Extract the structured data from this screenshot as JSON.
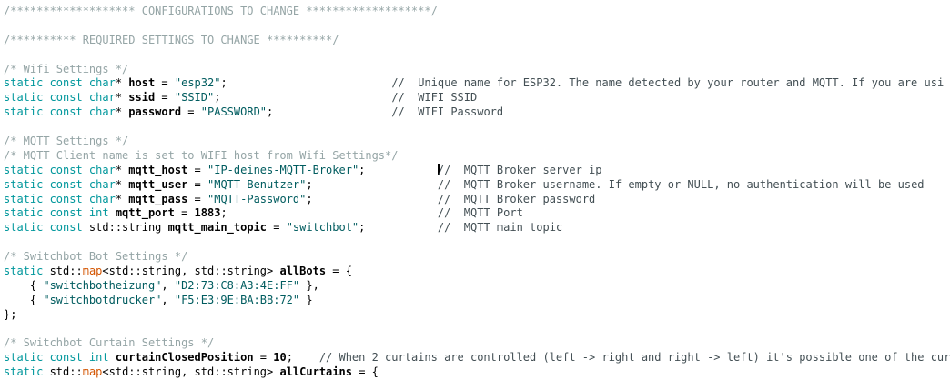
{
  "editor": {
    "background": "#ffffff",
    "colors": {
      "kw": "#00979c",
      "str": "#005c5f",
      "com": "#434f54",
      "blk": "#95a5a6",
      "fn": "#d35400",
      "id": "#000000",
      "num": "#000000",
      "pln": "#000000",
      "caret": "#000000"
    },
    "caret": {
      "line": 12,
      "before_text": "//  MQTT Broker server ip"
    },
    "lines": [
      [
        [
          "blk",
          "/******************* CONFIGURATIONS TO CHANGE *******************/"
        ]
      ],
      [],
      [
        [
          "blk",
          "/********** REQUIRED SETTINGS TO CHANGE **********/"
        ]
      ],
      [],
      [
        [
          "blk",
          "/* Wifi Settings */"
        ]
      ],
      [
        [
          "kw",
          "static const char"
        ],
        [
          "pln",
          "* "
        ],
        [
          "id",
          "host"
        ],
        [
          "pln",
          " = "
        ],
        [
          "str",
          "\"esp32\""
        ],
        [
          "pln",
          ";"
        ],
        [
          "pln",
          "                         "
        ],
        [
          "com",
          "//  Unique name for ESP32. The name detected by your router and MQTT. If you are usi"
        ]
      ],
      [
        [
          "kw",
          "static const char"
        ],
        [
          "pln",
          "* "
        ],
        [
          "id",
          "ssid"
        ],
        [
          "pln",
          " = "
        ],
        [
          "str",
          "\"SSID\""
        ],
        [
          "pln",
          ";"
        ],
        [
          "pln",
          "                          "
        ],
        [
          "com",
          "//  WIFI SSID"
        ]
      ],
      [
        [
          "kw",
          "static const char"
        ],
        [
          "pln",
          "* "
        ],
        [
          "id",
          "password"
        ],
        [
          "pln",
          " = "
        ],
        [
          "str",
          "\"PASSWORD\""
        ],
        [
          "pln",
          ";"
        ],
        [
          "pln",
          "                  "
        ],
        [
          "com",
          "//  WIFI Password"
        ]
      ],
      [],
      [
        [
          "blk",
          "/* MQTT Settings */"
        ]
      ],
      [
        [
          "blk",
          "/* MQTT Client name is set to WIFI host from Wifi Settings*/"
        ]
      ],
      [
        [
          "kw",
          "static const char"
        ],
        [
          "pln",
          "* "
        ],
        [
          "id",
          "mqtt_host"
        ],
        [
          "pln",
          " = "
        ],
        [
          "str",
          "\"IP-deines-MQTT-Broker\""
        ],
        [
          "pln",
          ";"
        ],
        [
          "pln",
          "           "
        ],
        [
          "caret",
          ""
        ],
        [
          "com",
          "//  MQTT Broker server ip"
        ]
      ],
      [
        [
          "kw",
          "static const char"
        ],
        [
          "pln",
          "* "
        ],
        [
          "id",
          "mqtt_user"
        ],
        [
          "pln",
          " = "
        ],
        [
          "str",
          "\"MQTT-Benutzer\""
        ],
        [
          "pln",
          ";"
        ],
        [
          "pln",
          "                   "
        ],
        [
          "com",
          "//  MQTT Broker username. If empty or NULL, no authentication will be used"
        ]
      ],
      [
        [
          "kw",
          "static const char"
        ],
        [
          "pln",
          "* "
        ],
        [
          "id",
          "mqtt_pass"
        ],
        [
          "pln",
          " = "
        ],
        [
          "str",
          "\"MQTT-Password\""
        ],
        [
          "pln",
          ";"
        ],
        [
          "pln",
          "                   "
        ],
        [
          "com",
          "//  MQTT Broker password"
        ]
      ],
      [
        [
          "kw",
          "static const int"
        ],
        [
          "pln",
          " "
        ],
        [
          "id",
          "mqtt_port"
        ],
        [
          "pln",
          " = "
        ],
        [
          "num",
          "1883"
        ],
        [
          "pln",
          ";"
        ],
        [
          "pln",
          "                                "
        ],
        [
          "com",
          "//  MQTT Port"
        ]
      ],
      [
        [
          "kw",
          "static const"
        ],
        [
          "pln",
          " std::string "
        ],
        [
          "id",
          "mqtt_main_topic"
        ],
        [
          "pln",
          " = "
        ],
        [
          "str",
          "\"switchbot\""
        ],
        [
          "pln",
          ";"
        ],
        [
          "pln",
          "           "
        ],
        [
          "com",
          "//  MQTT main topic"
        ]
      ],
      [],
      [
        [
          "blk",
          "/* Switchbot Bot Settings */"
        ]
      ],
      [
        [
          "kw",
          "static"
        ],
        [
          "pln",
          " std::"
        ],
        [
          "fn",
          "map"
        ],
        [
          "pln",
          "<std::string, std::string> "
        ],
        [
          "id",
          "allBots"
        ],
        [
          "pln",
          " = {"
        ]
      ],
      [
        [
          "pln",
          "    { "
        ],
        [
          "str",
          "\"switchbotheizung\""
        ],
        [
          "pln",
          ", "
        ],
        [
          "str",
          "\"D2:73:C8:A3:4E:FF\""
        ],
        [
          "pln",
          " },"
        ]
      ],
      [
        [
          "pln",
          "    { "
        ],
        [
          "str",
          "\"switchbotdrucker\""
        ],
        [
          "pln",
          ", "
        ],
        [
          "str",
          "\"F5:E3:9E:BA:BB:72\""
        ],
        [
          "pln",
          " }"
        ]
      ],
      [
        [
          "pln",
          "};"
        ]
      ],
      [],
      [
        [
          "blk",
          "/* Switchbot Curtain Settings */"
        ]
      ],
      [
        [
          "kw",
          "static const int"
        ],
        [
          "pln",
          " "
        ],
        [
          "id",
          "curtainClosedPosition"
        ],
        [
          "pln",
          " = "
        ],
        [
          "num",
          "10"
        ],
        [
          "pln",
          ";    "
        ],
        [
          "com",
          "// When 2 curtains are controlled (left -> right and right -> left) it's possible one of the cur"
        ]
      ],
      [
        [
          "kw",
          "static"
        ],
        [
          "pln",
          " std::"
        ],
        [
          "fn",
          "map"
        ],
        [
          "pln",
          "<std::string, std::string> "
        ],
        [
          "id",
          "allCurtains"
        ],
        [
          "pln",
          " = {"
        ]
      ]
    ]
  }
}
